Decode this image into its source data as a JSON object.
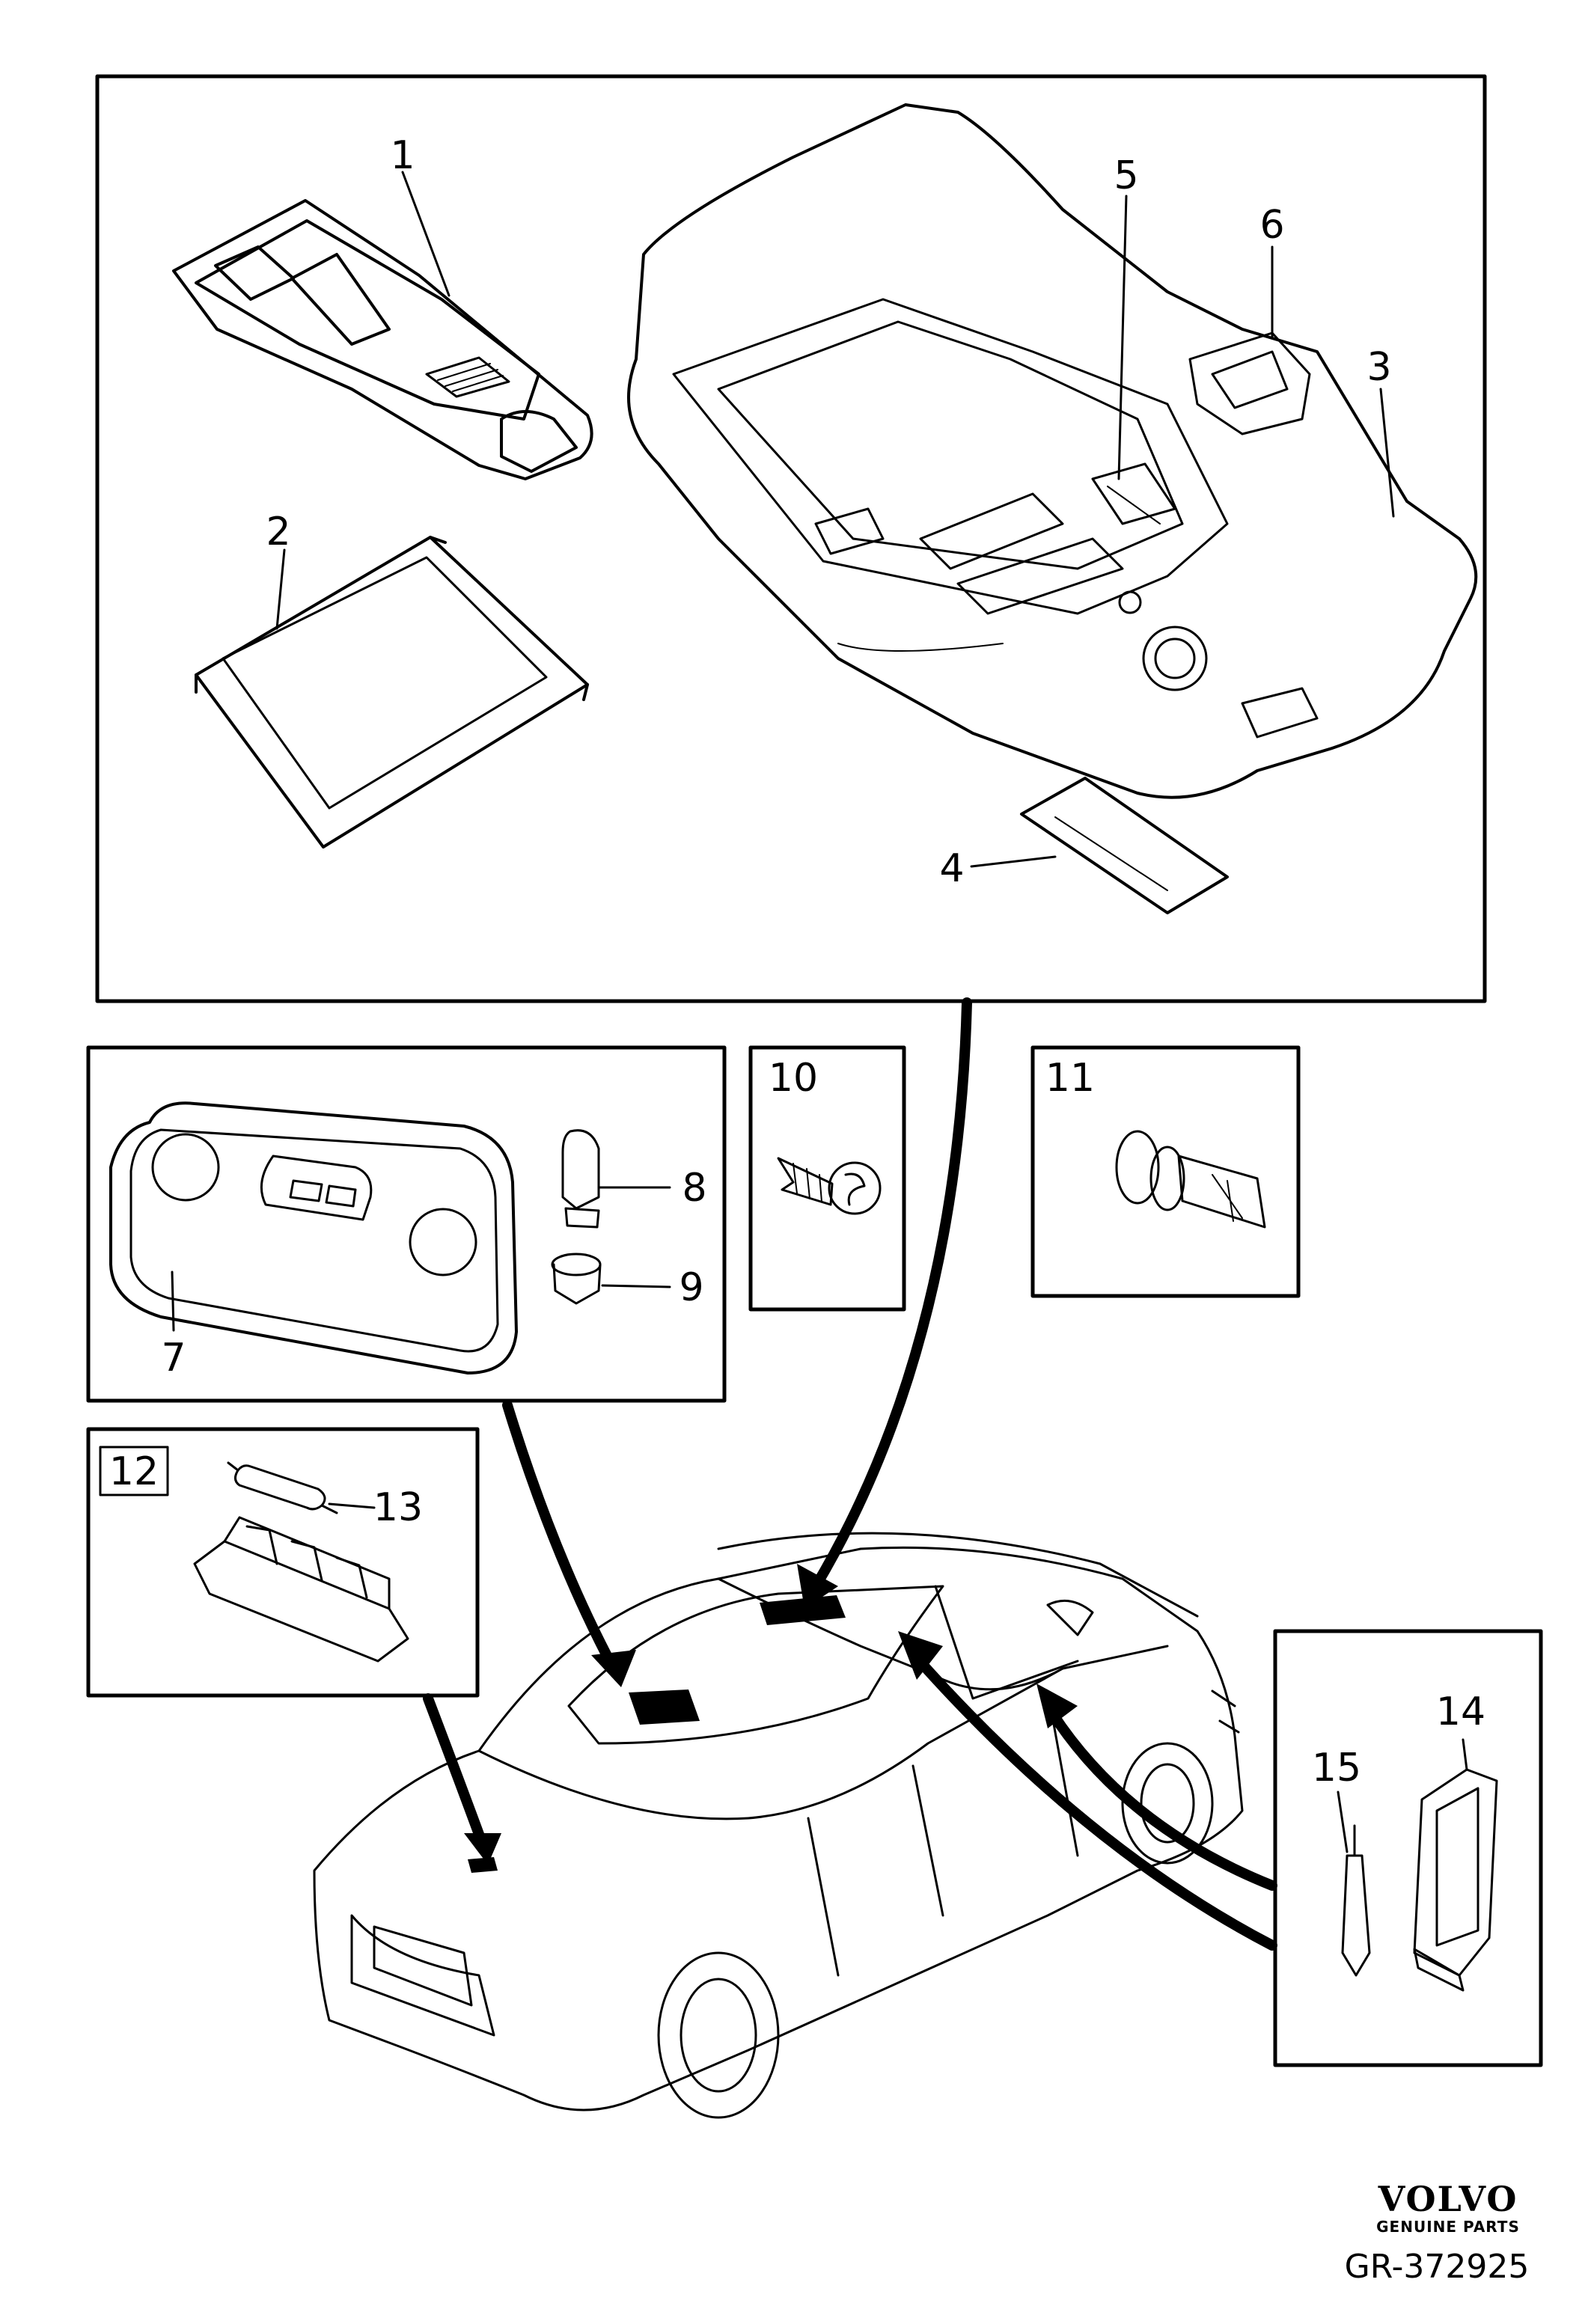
{
  "callouts": {
    "c1": "1",
    "c2": "2",
    "c3": "3",
    "c4": "4",
    "c5": "5",
    "c6": "6",
    "c7": "7",
    "c8": "8",
    "c9": "9",
    "c10": "10",
    "c11": "11",
    "c12": "12",
    "c13": "13",
    "c14": "14",
    "c15": "15"
  },
  "footer": {
    "brand": "VOLVO",
    "brand_sub": "GENUINE PARTS",
    "drawing_number": "GR-372925"
  }
}
